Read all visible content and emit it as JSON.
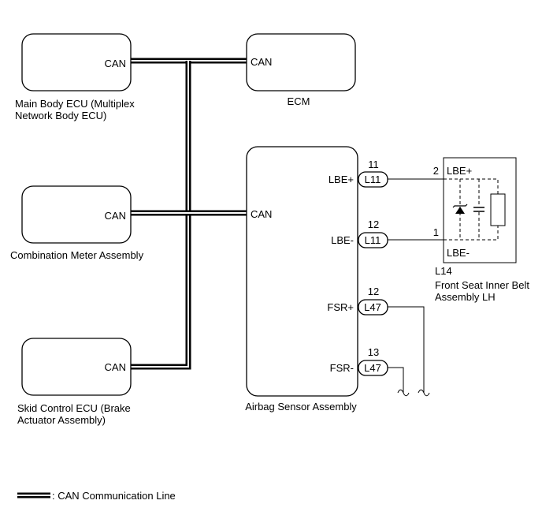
{
  "components": {
    "main_body_ecu": {
      "port": "CAN",
      "name_line1": "Main Body ECU (Multiplex",
      "name_line2": "Network Body ECU)"
    },
    "ecm": {
      "port": "CAN",
      "name": "ECM"
    },
    "combination_meter": {
      "port": "CAN",
      "name": "Combination Meter Assembly"
    },
    "skid_control_ecu": {
      "port": "CAN",
      "name_line1": "Skid Control ECU (Brake",
      "name_line2": "Actuator Assembly)"
    },
    "airbag_sensor": {
      "port": "CAN",
      "name": "Airbag Sensor Assembly",
      "pins": [
        {
          "label": "LBE+",
          "connector": "L11",
          "pin": "11"
        },
        {
          "label": "LBE-",
          "connector": "L11",
          "pin": "12"
        },
        {
          "label": "FSR+",
          "connector": "L47",
          "pin": "12"
        },
        {
          "label": "FSR-",
          "connector": "L47",
          "pin": "13"
        }
      ]
    },
    "belt_assembly": {
      "connector": "L14",
      "name_line1": "Front Seat Inner Belt",
      "name_line2": "Assembly LH",
      "pin_plus_num": "2",
      "pin_plus_label": "LBE+",
      "pin_minus_num": "1",
      "pin_minus_label": "LBE-"
    }
  },
  "legend": {
    "label": ": CAN Communication Line"
  },
  "colors": {
    "line": "#000000",
    "background": "#ffffff"
  }
}
